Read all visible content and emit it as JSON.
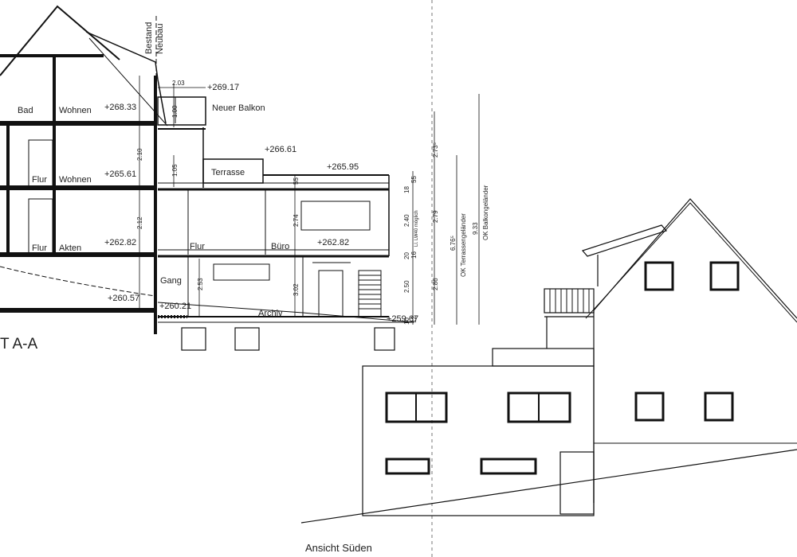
{
  "section": {
    "title": "T A-A",
    "bestand": "Bestand",
    "neubau": "Neubau",
    "rooms": {
      "bad": "Bad",
      "wohnen_top": "Wohnen",
      "neuer_balkon": "Neuer Balkon",
      "flur_1": "Flur",
      "wohnen_mid": "Wohnen",
      "terrasse": "Terrasse",
      "flur_2": "Flur",
      "akten": "Akten",
      "flur_3": "Flur",
      "buero": "Büro",
      "gang": "Gang",
      "archiv": "Archiv"
    },
    "levels": {
      "l26917": "+269.17",
      "l26833": "+268.33",
      "l26661": "+266.61",
      "l26595": "+265.95",
      "l26561": "+265.61",
      "l26282a": "+262.82",
      "l26282b": "+262.82",
      "l26057": "+260.57",
      "l26021": "+260.21",
      "l25967": "+259.67"
    },
    "dims": {
      "d203": "2.03",
      "d100": "1.00",
      "d210": "2.10",
      "d105": "1.05",
      "d212": "2.12",
      "d253": "2.53",
      "d55a": "55",
      "d274": "2.74",
      "d302": "3.02",
      "d2735": "2.73⁵",
      "d18": "18",
      "d55b": "55",
      "d240": "2.40",
      "lw": "Ll. LW40 möglich",
      "d279": "2.79",
      "d20": "20",
      "d16": "16",
      "d250": "2.50",
      "d286": "2.86",
      "d12": "12",
      "d10": "10",
      "d6765": "6.76⁵",
      "ok_terr": "OK Terrassengeländer",
      "d933": "9.33",
      "ok_balk": "OK Balkongeländer"
    }
  },
  "elevation": {
    "title": "Ansicht Süden"
  }
}
